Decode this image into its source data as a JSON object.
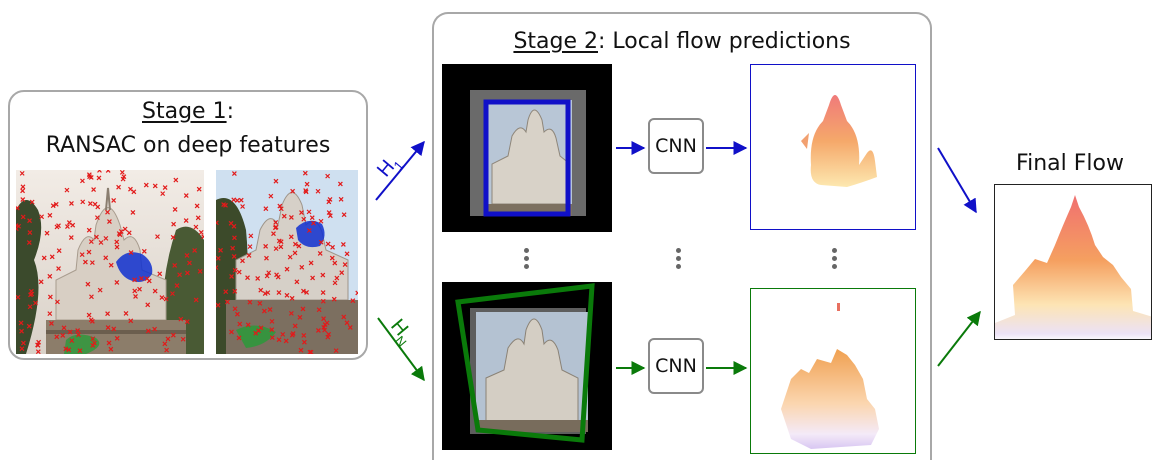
{
  "stage1": {
    "label": "Stage 1",
    "label_suffix": ":",
    "subtitle": "RANSAC on deep features"
  },
  "stage2": {
    "label": "Stage 2",
    "label_suffix": ": Local flow predictions"
  },
  "arrows": {
    "h1_main": "H",
    "h1_sub": "1",
    "hn_main": "H",
    "hn_sub": "N"
  },
  "cnn_top": "CNN",
  "cnn_bottom": "CNN",
  "final_flow": "Final Flow",
  "colors": {
    "blue": "#1010c8",
    "green": "#0a7a0a",
    "red_marks": "#e21a1a",
    "box_border": "#a8a8a8"
  }
}
